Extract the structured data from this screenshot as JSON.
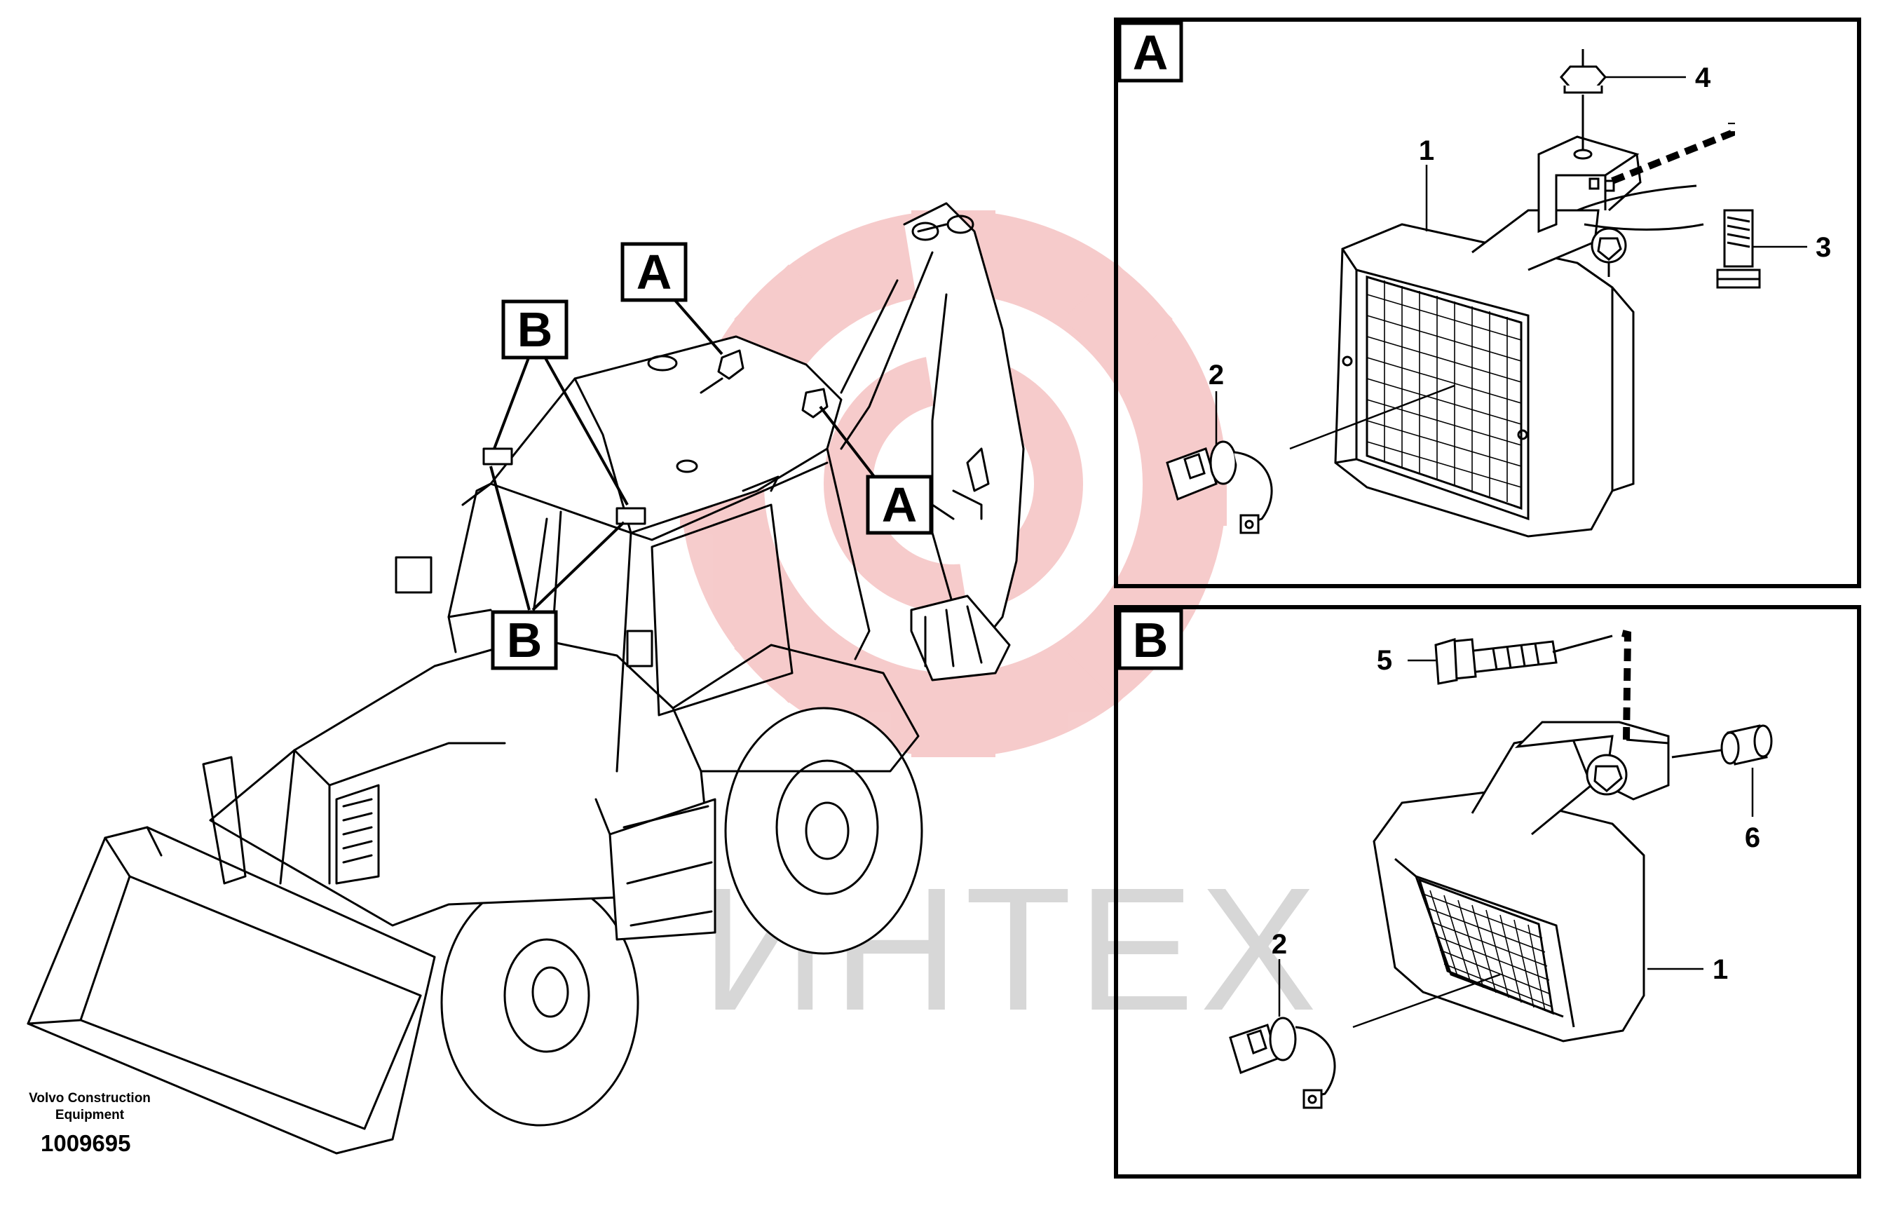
{
  "brand": {
    "line1": "Volvo Construction",
    "line2": "Equipment",
    "drawing_number": "1009695"
  },
  "watermark": {
    "text": "ИНТЕХ",
    "gear_color": "#f6c9c9",
    "text_color": "#d7d7d7"
  },
  "overview_callouts": {
    "a_top": "A",
    "a_side": "A",
    "b_top": "B",
    "b_bottom": "B"
  },
  "detail_a": {
    "panel_label": "A",
    "parts": [
      {
        "id": "1"
      },
      {
        "id": "2"
      },
      {
        "id": "3"
      },
      {
        "id": "4"
      }
    ]
  },
  "detail_b": {
    "panel_label": "B",
    "parts": [
      {
        "id": "5"
      },
      {
        "id": "6"
      },
      {
        "id": "1"
      },
      {
        "id": "2"
      }
    ]
  }
}
